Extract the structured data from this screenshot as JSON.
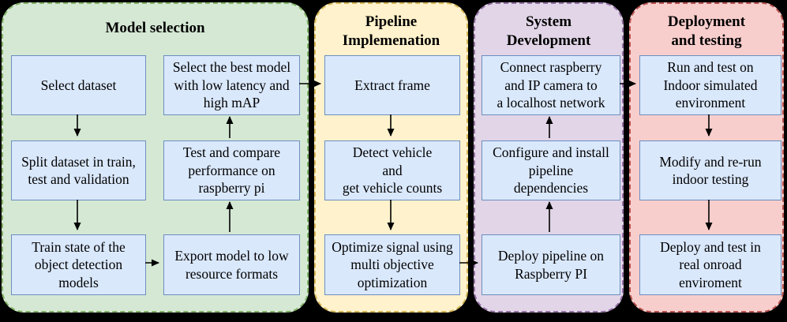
{
  "diagram": {
    "type": "flowchart",
    "background": "#000000",
    "box_fill": "#dae8fc",
    "box_border": "#6c8ebf",
    "arrow_color": "#000000"
  },
  "panels": [
    {
      "title": "Model selection",
      "fill": "#d5e8d4",
      "border": "#82b366",
      "boxes": [
        {
          "label": "Select dataset"
        },
        {
          "label": "Split dataset in train,\ntest and validation"
        },
        {
          "label": "Train state of the\nobject detection\nmodels"
        },
        {
          "label": "Export model to low\nresource formats"
        },
        {
          "label": "Test and compare\nperformance on\nraspberry pi"
        },
        {
          "label": "Select the best model\nwith low latency and\nhigh mAP"
        }
      ]
    },
    {
      "title": "Pipeline\nImplemenation",
      "fill": "#fff2cc",
      "border": "#d6b656",
      "boxes": [
        {
          "label": "Extract frame"
        },
        {
          "label": "Detect vehicle\nand\nget vehicle counts"
        },
        {
          "label": "Optimize signal using\nmulti objective\noptimization"
        }
      ]
    },
    {
      "title": "System\nDevelopment",
      "fill": "#e1d5e7",
      "border": "#9673a6",
      "boxes": [
        {
          "label": "Connect raspberry\nand IP camera to\na localhost network"
        },
        {
          "label": "Configure and install\npipeline\ndependencies"
        },
        {
          "label": "Deploy pipeline on\nRaspberry PI"
        }
      ]
    },
    {
      "title": "Deployment\nand testing",
      "fill": "#f8cecc",
      "border": "#b85450",
      "boxes": [
        {
          "label": "Run and test on\nIndoor simulated\nenvironment"
        },
        {
          "label": "Modify and re-run\nindoor testing"
        },
        {
          "label": "Deploy and test in\nreal onroad\nenviroment"
        }
      ]
    }
  ]
}
